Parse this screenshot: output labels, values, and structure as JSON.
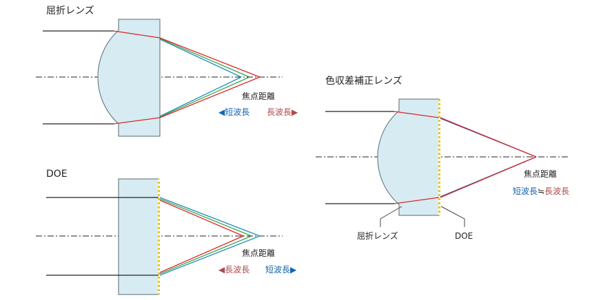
{
  "colors": {
    "lens_fill": "#d7ebf2",
    "lens_stroke": "#5a6a72",
    "ray_black": "#222222",
    "ray_red": "#d9262b",
    "ray_green": "#3fa34a",
    "ray_blue": "#1f8fb8",
    "doe_yellow": "#e8c51c",
    "short_wave": "#1565b0",
    "long_wave": "#b04a4a"
  },
  "panels": {
    "refractive": {
      "title": "屈折レンズ",
      "focal_label": "焦点距離",
      "short_wave": "◀短波長",
      "long_wave": "長波長▶"
    },
    "doe": {
      "title": "DOE",
      "focal_label": "焦点距離",
      "long_wave": "◀長波長",
      "short_wave": "短波長▶"
    },
    "achromatic": {
      "title": "色収差補正レンズ",
      "focal_label": "焦点距離",
      "short_wave": "短波長",
      "approx": "≒",
      "long_wave": "長波長",
      "lens_label": "屈折レンズ",
      "doe_label": "DOE"
    }
  }
}
